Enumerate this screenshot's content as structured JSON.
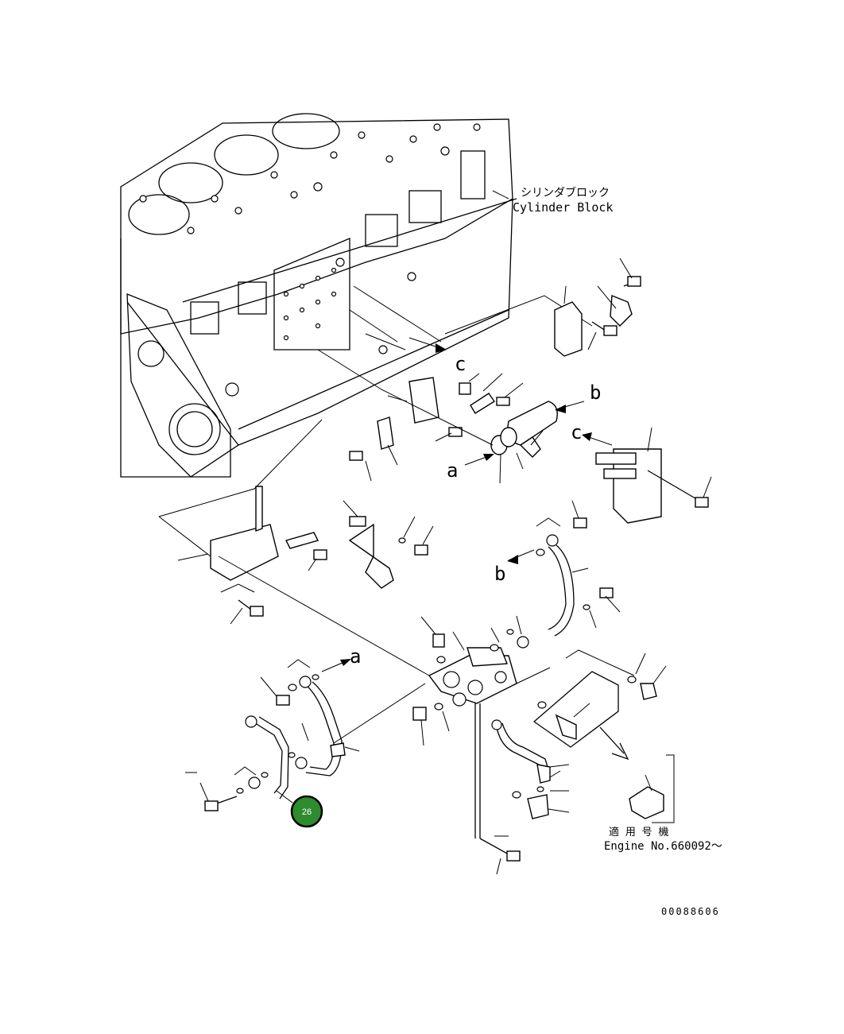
{
  "labels": {
    "cylinder_block_jp": "シリンダブロック",
    "cylinder_block_en": "Cylinder Block",
    "applicable_jp": "適 用 号 機",
    "engine_no": "Engine No.660092～",
    "drawing_number": "00088606"
  },
  "callouts": {
    "a_top": "a",
    "a_mid": "a",
    "b_top": "b",
    "b_mid": "b",
    "c_top": "c",
    "c_right": "c"
  },
  "marker": {
    "text": "26",
    "color": "#2e8b2e"
  }
}
